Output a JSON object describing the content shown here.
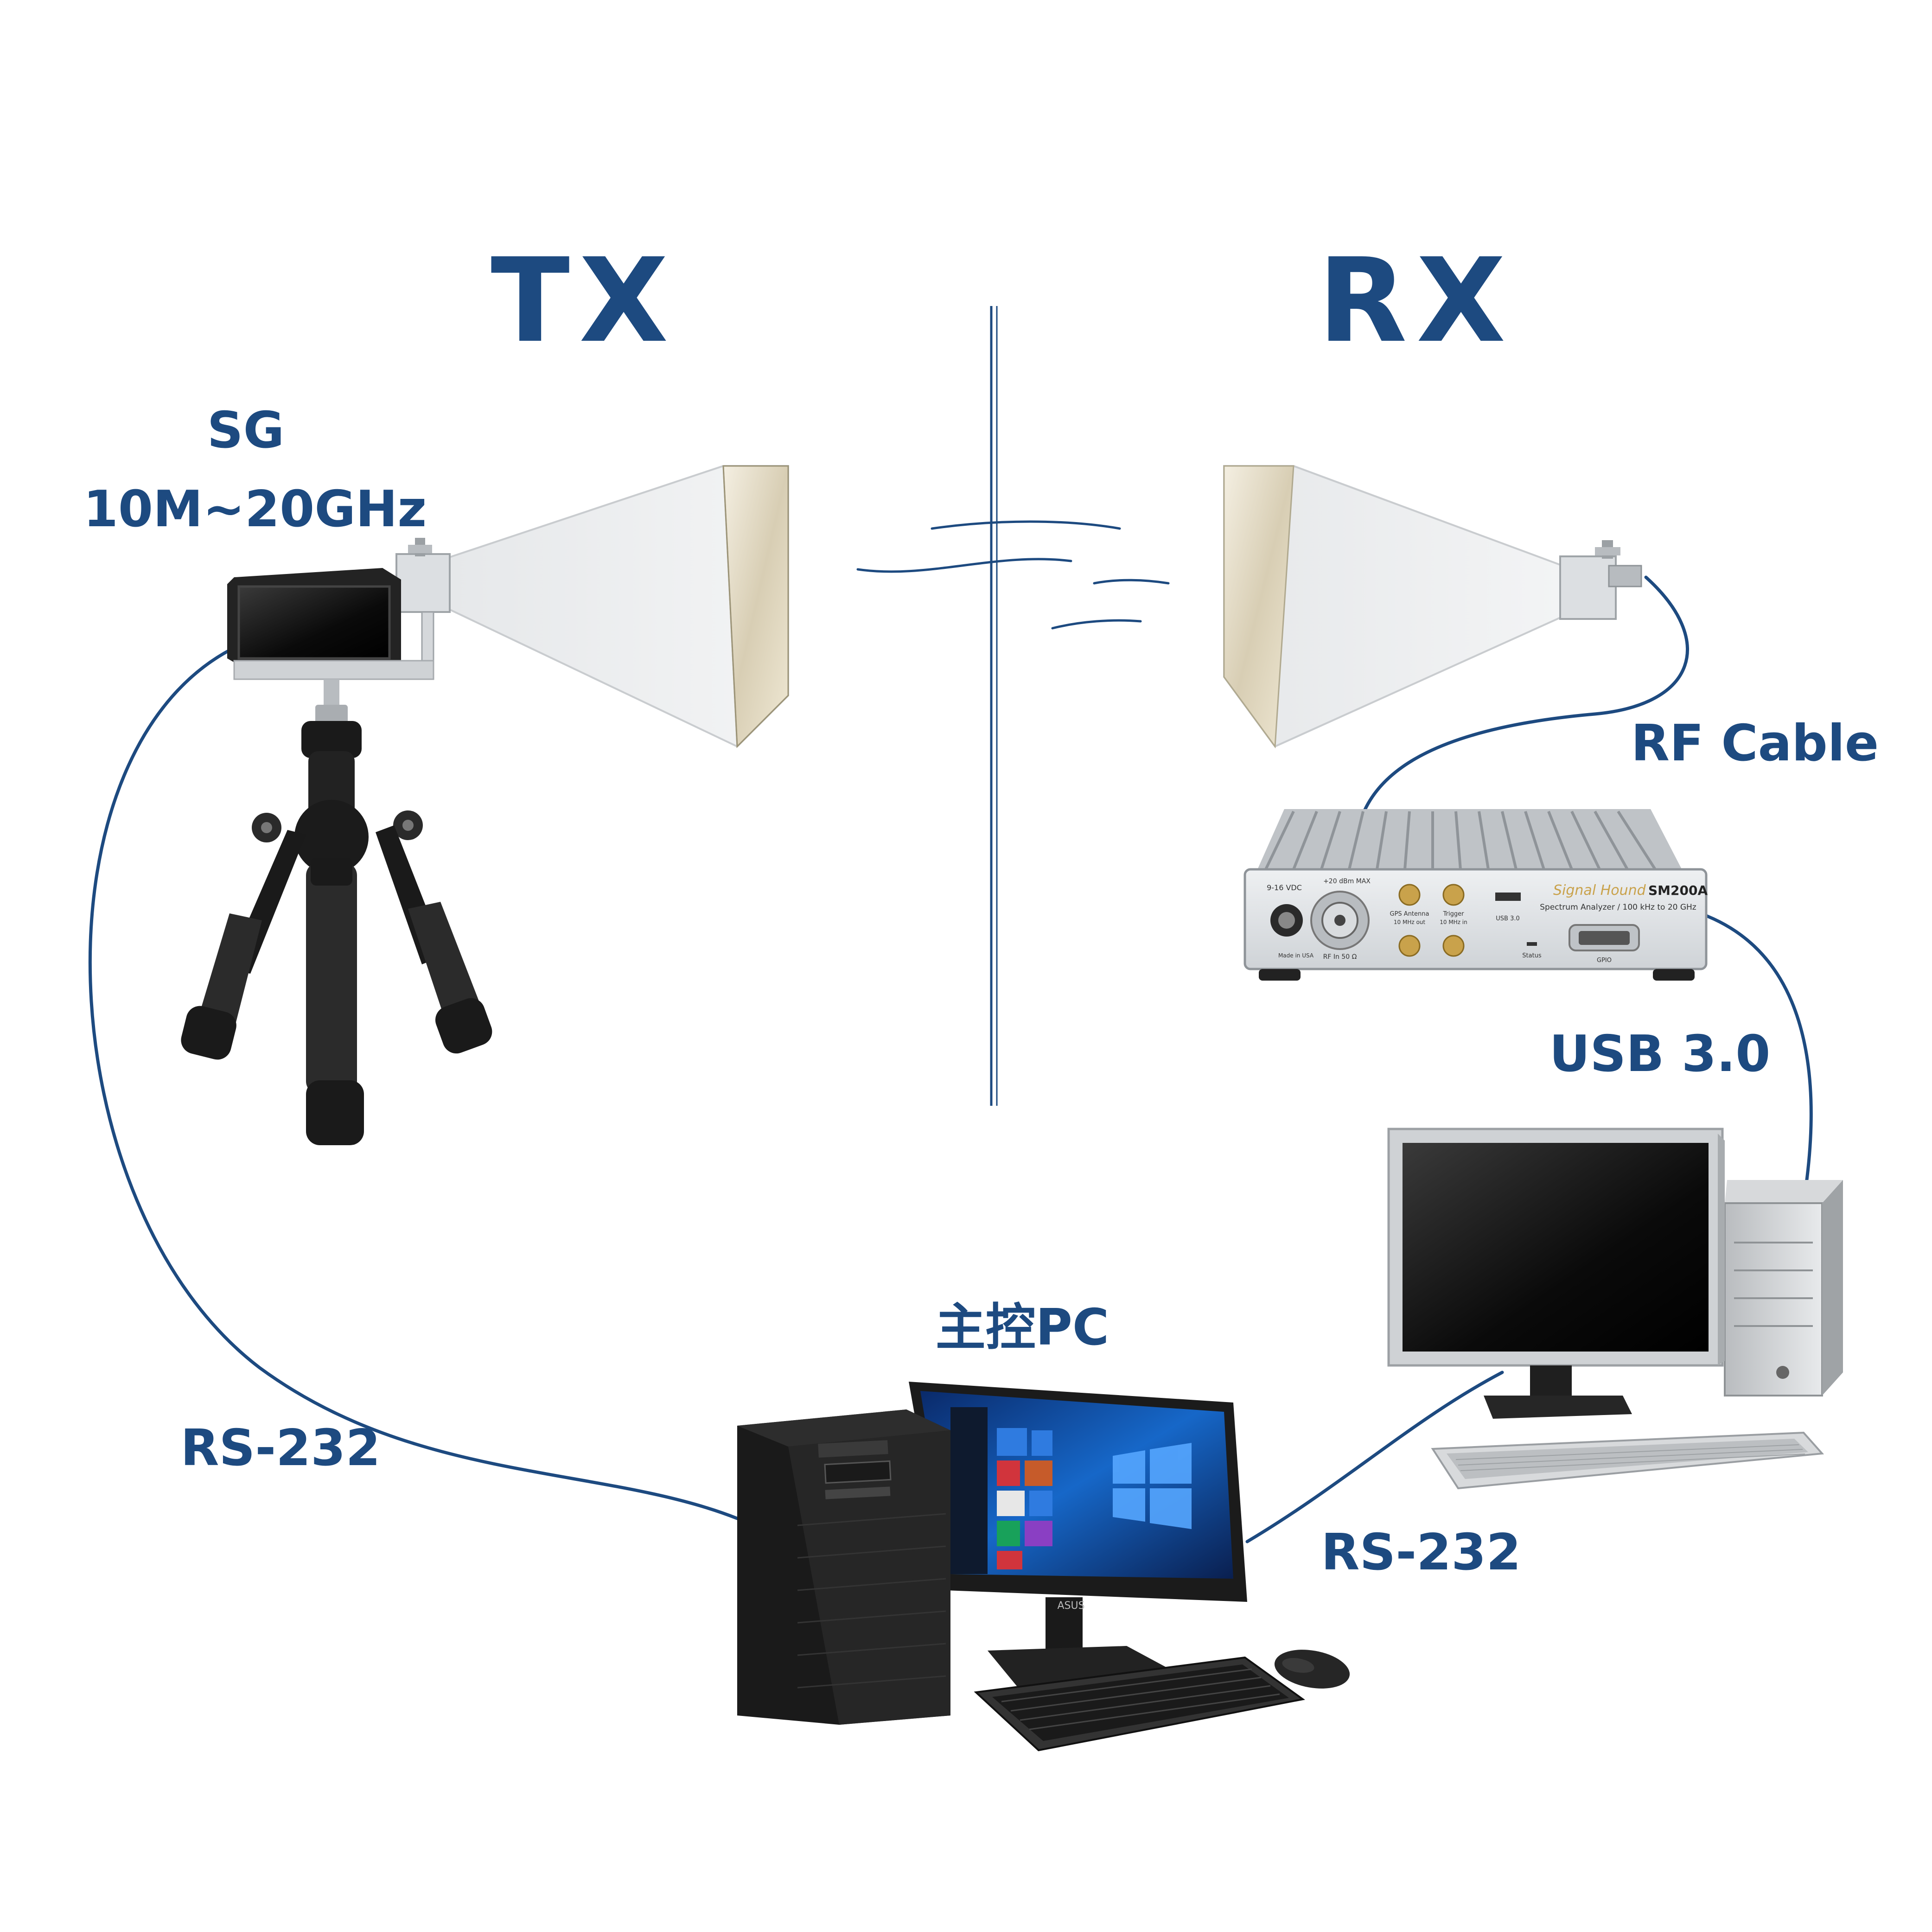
{
  "labels": {
    "tx": "TX",
    "rx": "RX",
    "sg_line1": "SG",
    "sg_line2": "10M~20GHz",
    "rf_cable": "RF Cable",
    "usb": "USB 3.0",
    "main_pc": "主控PC",
    "rs232_left": "RS-232",
    "rs232_right": "RS-232"
  },
  "analyzer": {
    "brand": "Signal Hound",
    "model": "SM200A",
    "subtitle": "Spectrum Analyzer / 100 kHz to 20 GHz",
    "power": "9-16 VDC",
    "max": "+20 dBm MAX",
    "rf_in": "RF In 50 Ω",
    "gps": "GPS Antenna",
    "trigger": "Trigger",
    "ref_out": "10 MHz out",
    "ref_in": "10 MHz in",
    "usb": "USB 3.0",
    "status": "Status",
    "gpio": "GPIO",
    "made_in": "Made in USA"
  },
  "monitor_brand": "ASUS",
  "colors": {
    "accent": "#1d4a80"
  }
}
